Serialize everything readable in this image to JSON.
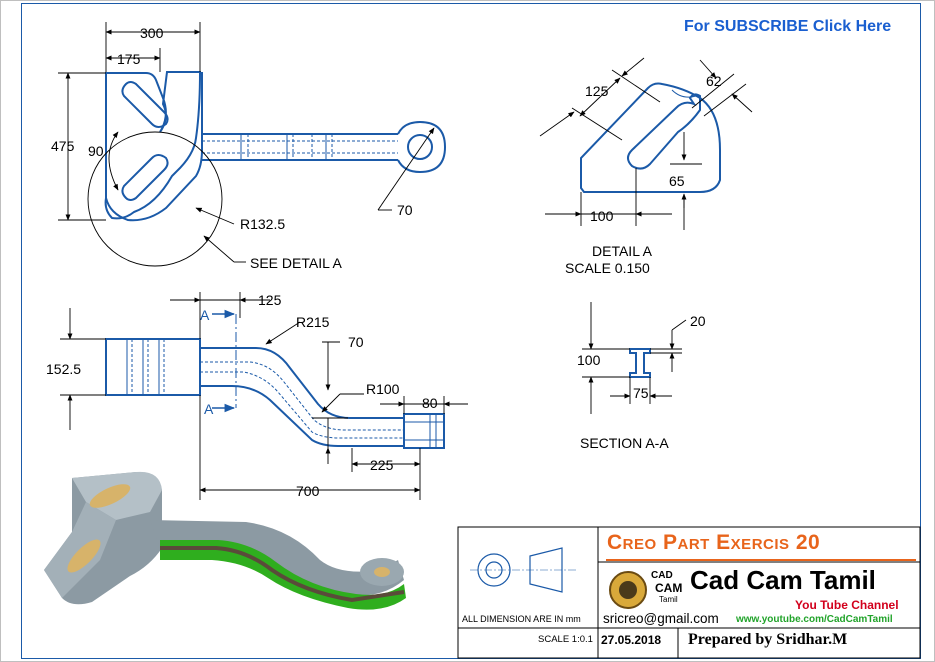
{
  "header": {
    "subscribe_label": "For SUBSCRIBE Click Here"
  },
  "top_view": {
    "dims": {
      "width_300": "300",
      "width_175": "175",
      "height_475": "475",
      "angle_90": "90",
      "radius_r1325": "R132.5",
      "hole_70": "70"
    },
    "callout": "SEE DETAIL  A"
  },
  "detail_a": {
    "dims": {
      "d125": "125",
      "d62": "62",
      "d65": "65",
      "d100": "100"
    },
    "title": "DETAIL  A",
    "scale": "SCALE  0.150"
  },
  "front_view": {
    "dims": {
      "d125": "125",
      "r215": "R215",
      "d70": "70",
      "r100": "R100",
      "d80": "80",
      "d225": "225",
      "d700": "700",
      "d1525": "152.5"
    },
    "section_label_top": "A",
    "section_label_bottom": "A"
  },
  "section_aa": {
    "dims": {
      "d20": "20",
      "d100": "100",
      "d75": "75"
    },
    "title": "SECTION  A-A"
  },
  "title_block": {
    "title": "Creo Part Exercis 20",
    "brand": "Cad Cam Tamil",
    "brand_sub": "You Tube Channel",
    "logo_cad": "CAD",
    "logo_cam": "CAM",
    "logo_tamil": "Tamil",
    "email": "sricreo@gmail.com",
    "youtube": "www.youtube.com/CadCamTamil",
    "dimension_note": "ALL DIMENSION ARE IN mm",
    "scale": "SCALE 1:0.1",
    "date": "27.05.2018",
    "prepared": "Prepared by   Sridhar.M"
  },
  "colors": {
    "part_outline": "#1b5aa8",
    "title_orange": "#e8641b",
    "subscribe_blue": "#1a5fd0",
    "channel_red": "#d2001c",
    "link_green": "#21a32a",
    "model_gray": "#8c9aa3",
    "model_green": "#2fae1e"
  }
}
